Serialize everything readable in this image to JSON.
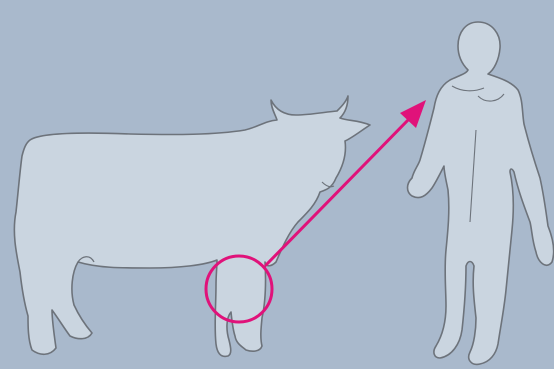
{
  "colors": {
    "background": "#a9b9cc",
    "silhouette_fill": "#cad5e0",
    "silhouette_stroke": "#6d737b",
    "highlight": "#e0127a"
  },
  "figures": {
    "source": {
      "label": "",
      "kind": "cow"
    },
    "target": {
      "label": "",
      "kind": "human"
    }
  },
  "annotation": {
    "marker": "circle-highlight",
    "relation": "arrow"
  }
}
